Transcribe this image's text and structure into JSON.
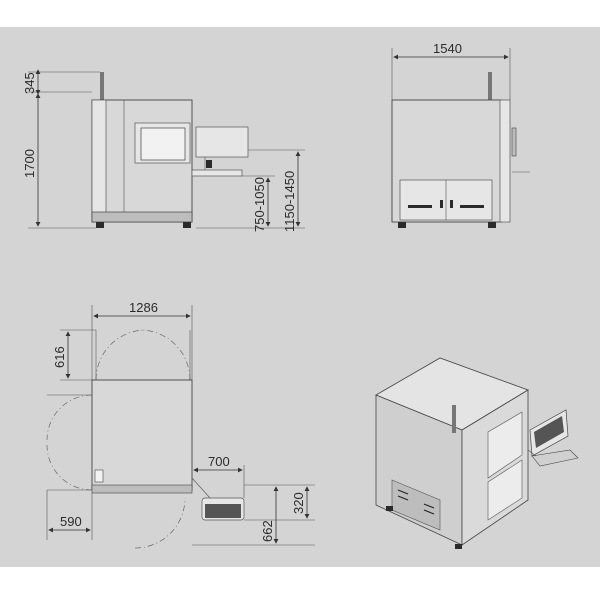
{
  "drawing": {
    "background": "#d4d4d4",
    "views": {
      "side": {
        "dims": {
          "top_offset": "345",
          "height": "1700",
          "table_height": "750-1050",
          "monitor_height": "1150-1450"
        }
      },
      "front": {
        "dims": {
          "width": "1540"
        }
      },
      "top": {
        "dims": {
          "depth": "1286",
          "door_clearance": "616",
          "monitor_arm": "700",
          "arm_offset": "320",
          "side_clearance": "590",
          "monitor_depth": "662"
        }
      },
      "iso": {}
    }
  }
}
